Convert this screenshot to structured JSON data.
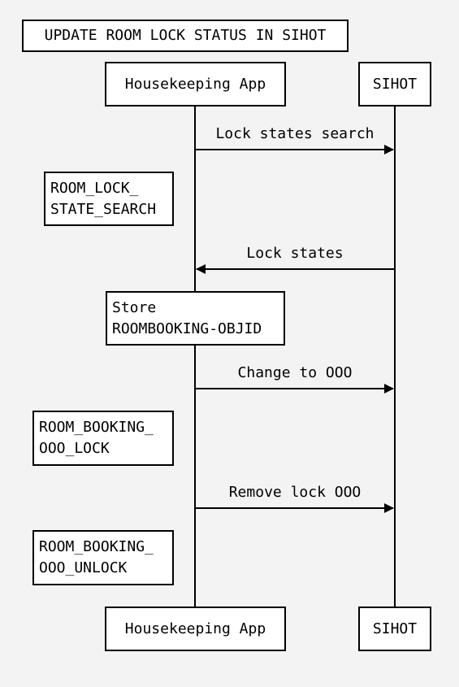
{
  "title": "UPDATE ROOM LOCK STATUS IN SIHOT",
  "participants": {
    "housekeeping": "Housekeeping App",
    "sihot": "SIHOT"
  },
  "messages": {
    "m1": "Lock states search",
    "m2": "Lock states",
    "m3": "Change to OOO",
    "m4": "Remove lock OOO"
  },
  "notes": {
    "n1": {
      "line1": "ROOM_LOCK_",
      "line2": "STATE_SEARCH"
    },
    "n2": {
      "line1": "Store",
      "line2": "ROOMBOOKING-OBJID"
    },
    "n3": {
      "line1": "ROOM_BOOKING_",
      "line2": "OOO_LOCK"
    },
    "n4": {
      "line1": "ROOM_BOOKING_",
      "line2": "OOO_UNLOCK"
    }
  }
}
